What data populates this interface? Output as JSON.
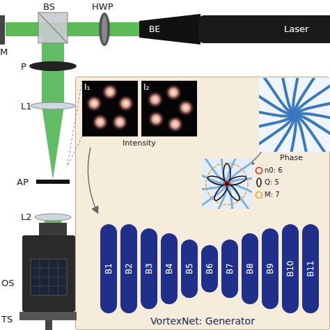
{
  "diagram": {
    "nodes": [
      {
        "text": [
          "VortexNet: Generator"
        ]
      },
      {
        "text": [
          "B1"
        ],
        "in": 0
      },
      {
        "text": [
          "B2"
        ],
        "in": 0
      },
      {
        "text": [
          "B3"
        ],
        "in": 0
      },
      {
        "text": [
          "B4"
        ],
        "in": 0
      },
      {
        "text": [
          "B5"
        ],
        "in": 0
      },
      {
        "text": [
          "B6"
        ],
        "in": 0
      },
      {
        "text": [
          "B7"
        ],
        "in": 0
      },
      {
        "text": [
          "B8"
        ],
        "in": 0
      },
      {
        "text": [
          "B9"
        ],
        "in": 0
      },
      {
        "text": [
          "B10"
        ],
        "in": 0
      },
      {
        "text": [
          "B11"
        ],
        "in": 0
      }
    ],
    "labels": [
      "BS",
      "HWP",
      "BE",
      "Laser",
      "M",
      "P",
      "L1",
      "AP",
      "L2",
      "OS",
      "TS",
      "I₁",
      "I₂",
      "Intensity",
      "Phase"
    ],
    "legend": [
      {
        "text": "n0: 6"
      },
      {
        "text": "Q: 5"
      },
      {
        "text": "M: 7"
      }
    ]
  }
}
